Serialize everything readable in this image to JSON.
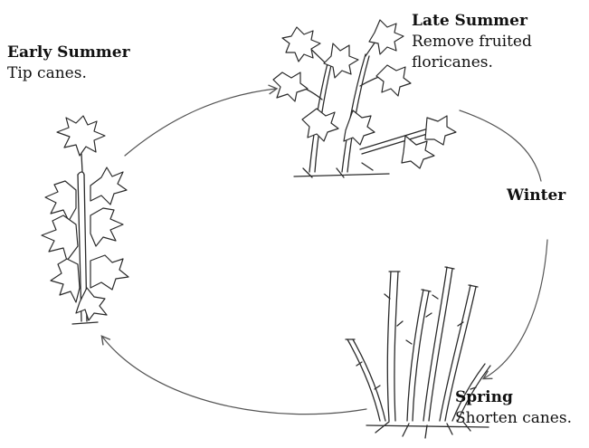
{
  "stages": {
    "early_summer": {
      "title": "Early Summer",
      "desc": "Tip canes."
    },
    "late_summer": {
      "title": "Late Summer",
      "desc_line1": "Remove fruited",
      "desc_line2": "floricanes."
    },
    "winter": {
      "title": "Winter"
    },
    "spring": {
      "title": "Spring",
      "desc": "Shorten canes."
    }
  }
}
